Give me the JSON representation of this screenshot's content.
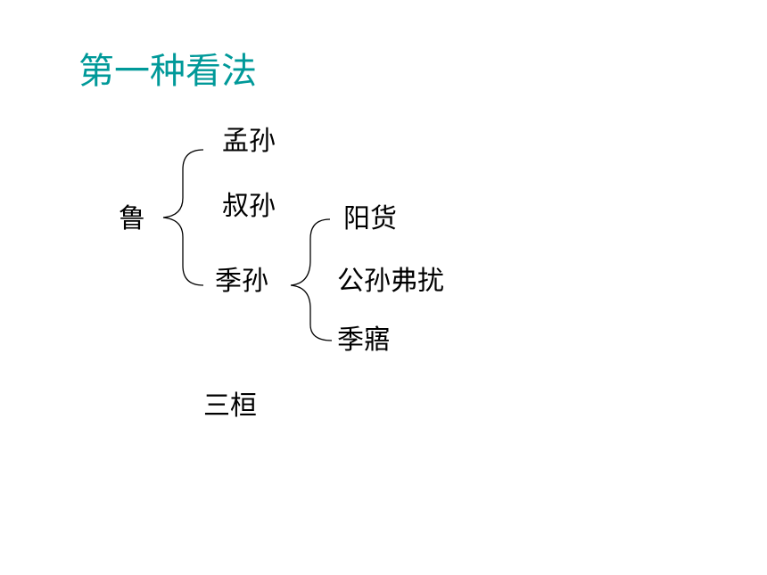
{
  "slide": {
    "title": "第一种看法",
    "title_color": "#009999",
    "root": "鲁",
    "families": [
      "孟孙",
      "叔孙",
      "季孙"
    ],
    "retainers": [
      "阳货",
      "公孙弗扰",
      "季寤"
    ],
    "summary": "三桓"
  }
}
